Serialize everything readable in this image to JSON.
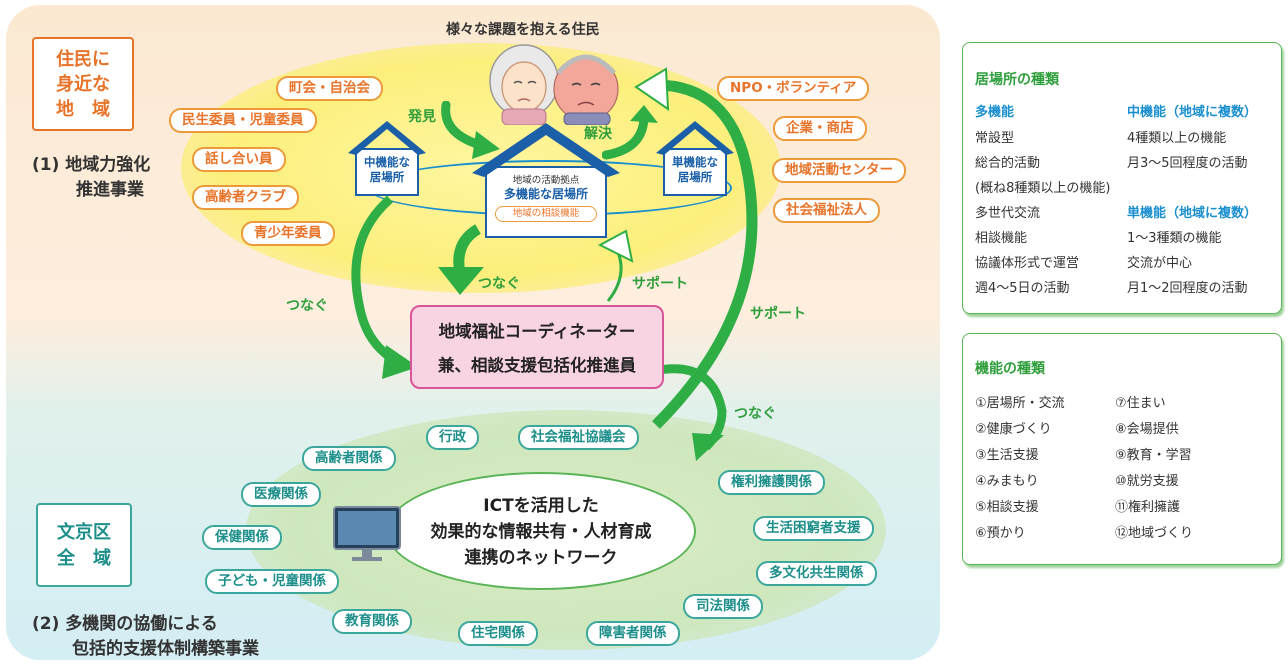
{
  "top_region": {
    "label_lines": [
      "住民に",
      "身近な",
      "地　域"
    ],
    "project_line1": "(1) 地域力強化",
    "project_line2": "推進事業"
  },
  "residents_caption": "様々な課題を抱える住民",
  "flow_labels": {
    "discover": "発見",
    "solve": "解決",
    "connect_center": "つなぐ",
    "connect_left": "つなぐ",
    "connect_right": "つなぐ",
    "support_center": "サポート",
    "support_right": "サポート"
  },
  "houses": {
    "left": {
      "line1": "中機能な",
      "line2": "居場所"
    },
    "center": {
      "small": "地域の活動拠点",
      "line2": "多機能な居場所",
      "tag": "地域の相談機能"
    },
    "right": {
      "line1": "単機能な",
      "line2": "居場所"
    }
  },
  "community_actors_left": [
    "町会・自治会",
    "民生委員・児童委員",
    "話し合い員",
    "高齢者クラブ",
    "青少年委員"
  ],
  "community_actors_right": [
    "NPO・ボランティア",
    "企業・商店",
    "地域活動センター",
    "社会福祉法人"
  ],
  "coordinator": {
    "line1": "地域福祉コーディネーター",
    "line2": "兼、相談支援包括化推進員"
  },
  "bottom_region": {
    "label_lines": [
      "文京区",
      "全　域"
    ],
    "project_line1": "(2) 多機関の協働による",
    "project_line2": "包括的支援体制構築事業"
  },
  "network": {
    "line1": "ICTを活用した",
    "line2": "効果的な情報共有・人材育成",
    "line3": "連携のネットワーク"
  },
  "agencies": [
    "行政",
    "社会福祉協議会",
    "高齢者関係",
    "医療関係",
    "保健関係",
    "子ども・児童関係",
    "教育関係",
    "住宅関係",
    "障害者関係",
    "司法関係",
    "多文化共生関係",
    "生活困窮者支援",
    "権利擁護関係"
  ],
  "types_card": {
    "title": "居場所の種類",
    "multi": {
      "heading": "多機能",
      "items": [
        "常設型",
        "総合的活動",
        "(概ね8種類以上の機能)",
        "多世代交流",
        "相談機能",
        "協議体形式で運営",
        "週4～5日の活動"
      ]
    },
    "medium": {
      "heading": "中機能（地域に複数）",
      "items": [
        "4種類以上の機能",
        "月3～5回程度の活動"
      ]
    },
    "single": {
      "heading": "単機能（地域に複数）",
      "items": [
        "1～3種類の機能",
        "交流が中心",
        "月1～2回程度の活動"
      ]
    }
  },
  "functions_card": {
    "title": "機能の種類",
    "col1": [
      "①居場所・交流",
      "②健康づくり",
      "③生活支援",
      "④みまもり",
      "⑤相談支援",
      "⑥預かり"
    ],
    "col2": [
      "⑦住まい",
      "⑧会場提供",
      "⑨教育・学習",
      "⑩就労支援",
      "⑪権利擁護",
      "⑫地域づくり"
    ]
  },
  "colors": {
    "orange": "#ec9a3a",
    "teal": "#3ba79c",
    "green": "#2f9e3c",
    "blue": "#1a5fa8",
    "pink": "#f6cde0"
  }
}
